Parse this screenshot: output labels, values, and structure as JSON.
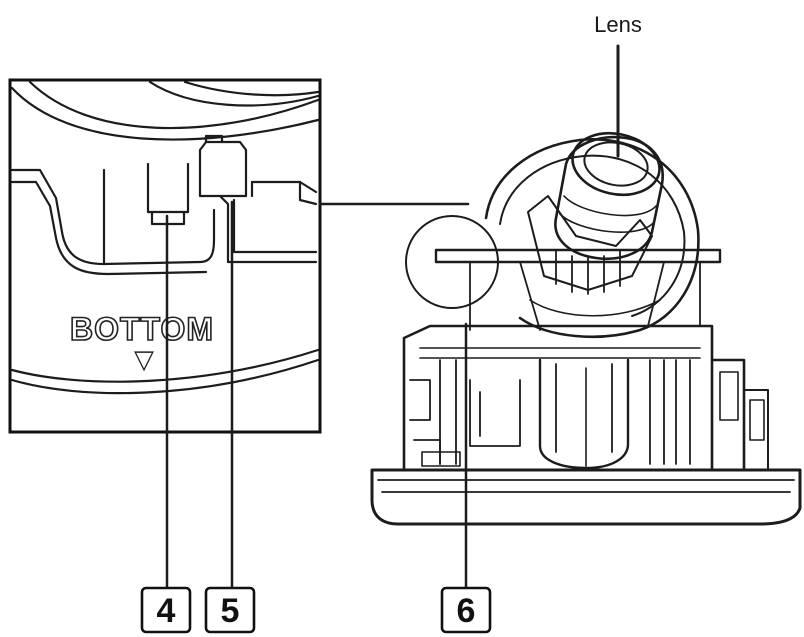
{
  "diagram": {
    "lens_label": "Lens",
    "inset_text": "BOTTOM",
    "inset_marker": "▽",
    "callouts": [
      "4",
      "5",
      "6"
    ]
  }
}
